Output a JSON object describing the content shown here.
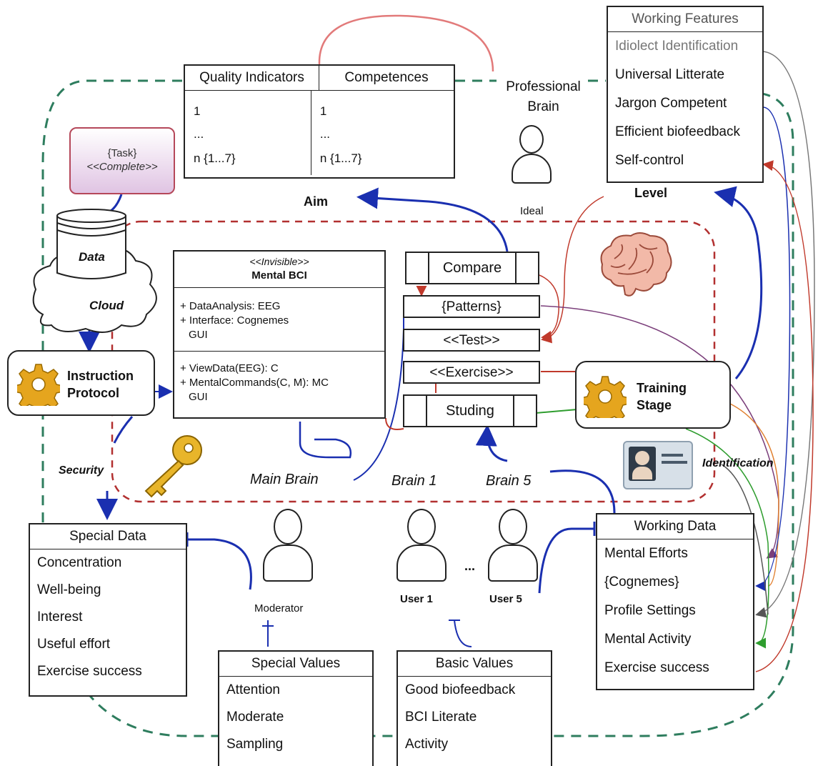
{
  "quality_competences": {
    "headers": [
      "Quality Indicators",
      "Competences"
    ],
    "col1": [
      "1",
      "...",
      "n {1...7}"
    ],
    "col2": [
      "1",
      "...",
      "n {1...7}"
    ]
  },
  "task": {
    "line1": "{Task}",
    "line2": "<<Complete>>"
  },
  "cloud": {
    "data_label": "Data",
    "cloud_label": "Cloud"
  },
  "professional_brain": {
    "line1": "Professional",
    "line2": "Brain",
    "ideal": "Ideal"
  },
  "working_features": {
    "title": "Working Features",
    "items": [
      "Idiolect Identification",
      "Universal Litterate",
      "Jargon Competent",
      "Efficient biofeedback",
      "Self-control"
    ]
  },
  "aim_label": "Aim",
  "level_label": "Level",
  "mental_bci": {
    "stereotype": "<<Invisible>>",
    "title": "Mental BCI",
    "attributes": [
      "+ DataAnalysis: EEG",
      "+ Interface: Cognemes",
      "GUI"
    ],
    "operations": [
      "+ ViewData(EEG): C",
      "+ MentalCommands(C, M): MC",
      "GUI"
    ]
  },
  "processes": {
    "compare": "Compare",
    "patterns": "{Patterns}",
    "test": "<<Test>>",
    "exercise": "<<Exercise>>",
    "studing": "Studing"
  },
  "instruction_protocol": {
    "line1": "Instruction",
    "line2": "Protocol"
  },
  "training_stage": {
    "line1": "Training",
    "line2": "Stage"
  },
  "security_label": "Security",
  "identification_label": "Identification",
  "brain_labels": {
    "main": "Main Brain",
    "brain1": "Brain 1",
    "brain5": "Brain 5"
  },
  "special_data": {
    "title": "Special Data",
    "items": [
      "Concentration",
      "Well-being",
      "Interest",
      "Useful effort",
      "Exercise success"
    ]
  },
  "users": {
    "moderator": "Moderator",
    "user1": "User 1",
    "user5": "User 5",
    "ellipsis": "..."
  },
  "working_data": {
    "title": "Working Data",
    "items": [
      "Mental Efforts",
      "{Cognemes}",
      "Profile Settings",
      "Mental Activity",
      "Exercise success"
    ]
  },
  "special_values": {
    "title": "Special Values",
    "items": [
      "Attention",
      "Moderate",
      "Sampling"
    ]
  },
  "basic_values": {
    "title": "Basic Values",
    "items": [
      "Good biofeedback",
      "BCI Literate",
      "Activity"
    ]
  },
  "colors": {
    "green_dash": "#2e7d5e",
    "red_dash": "#b23030",
    "blue": "#1a2fb0",
    "task_fill": "#e8d3ea",
    "task_border": "#b5485a"
  }
}
